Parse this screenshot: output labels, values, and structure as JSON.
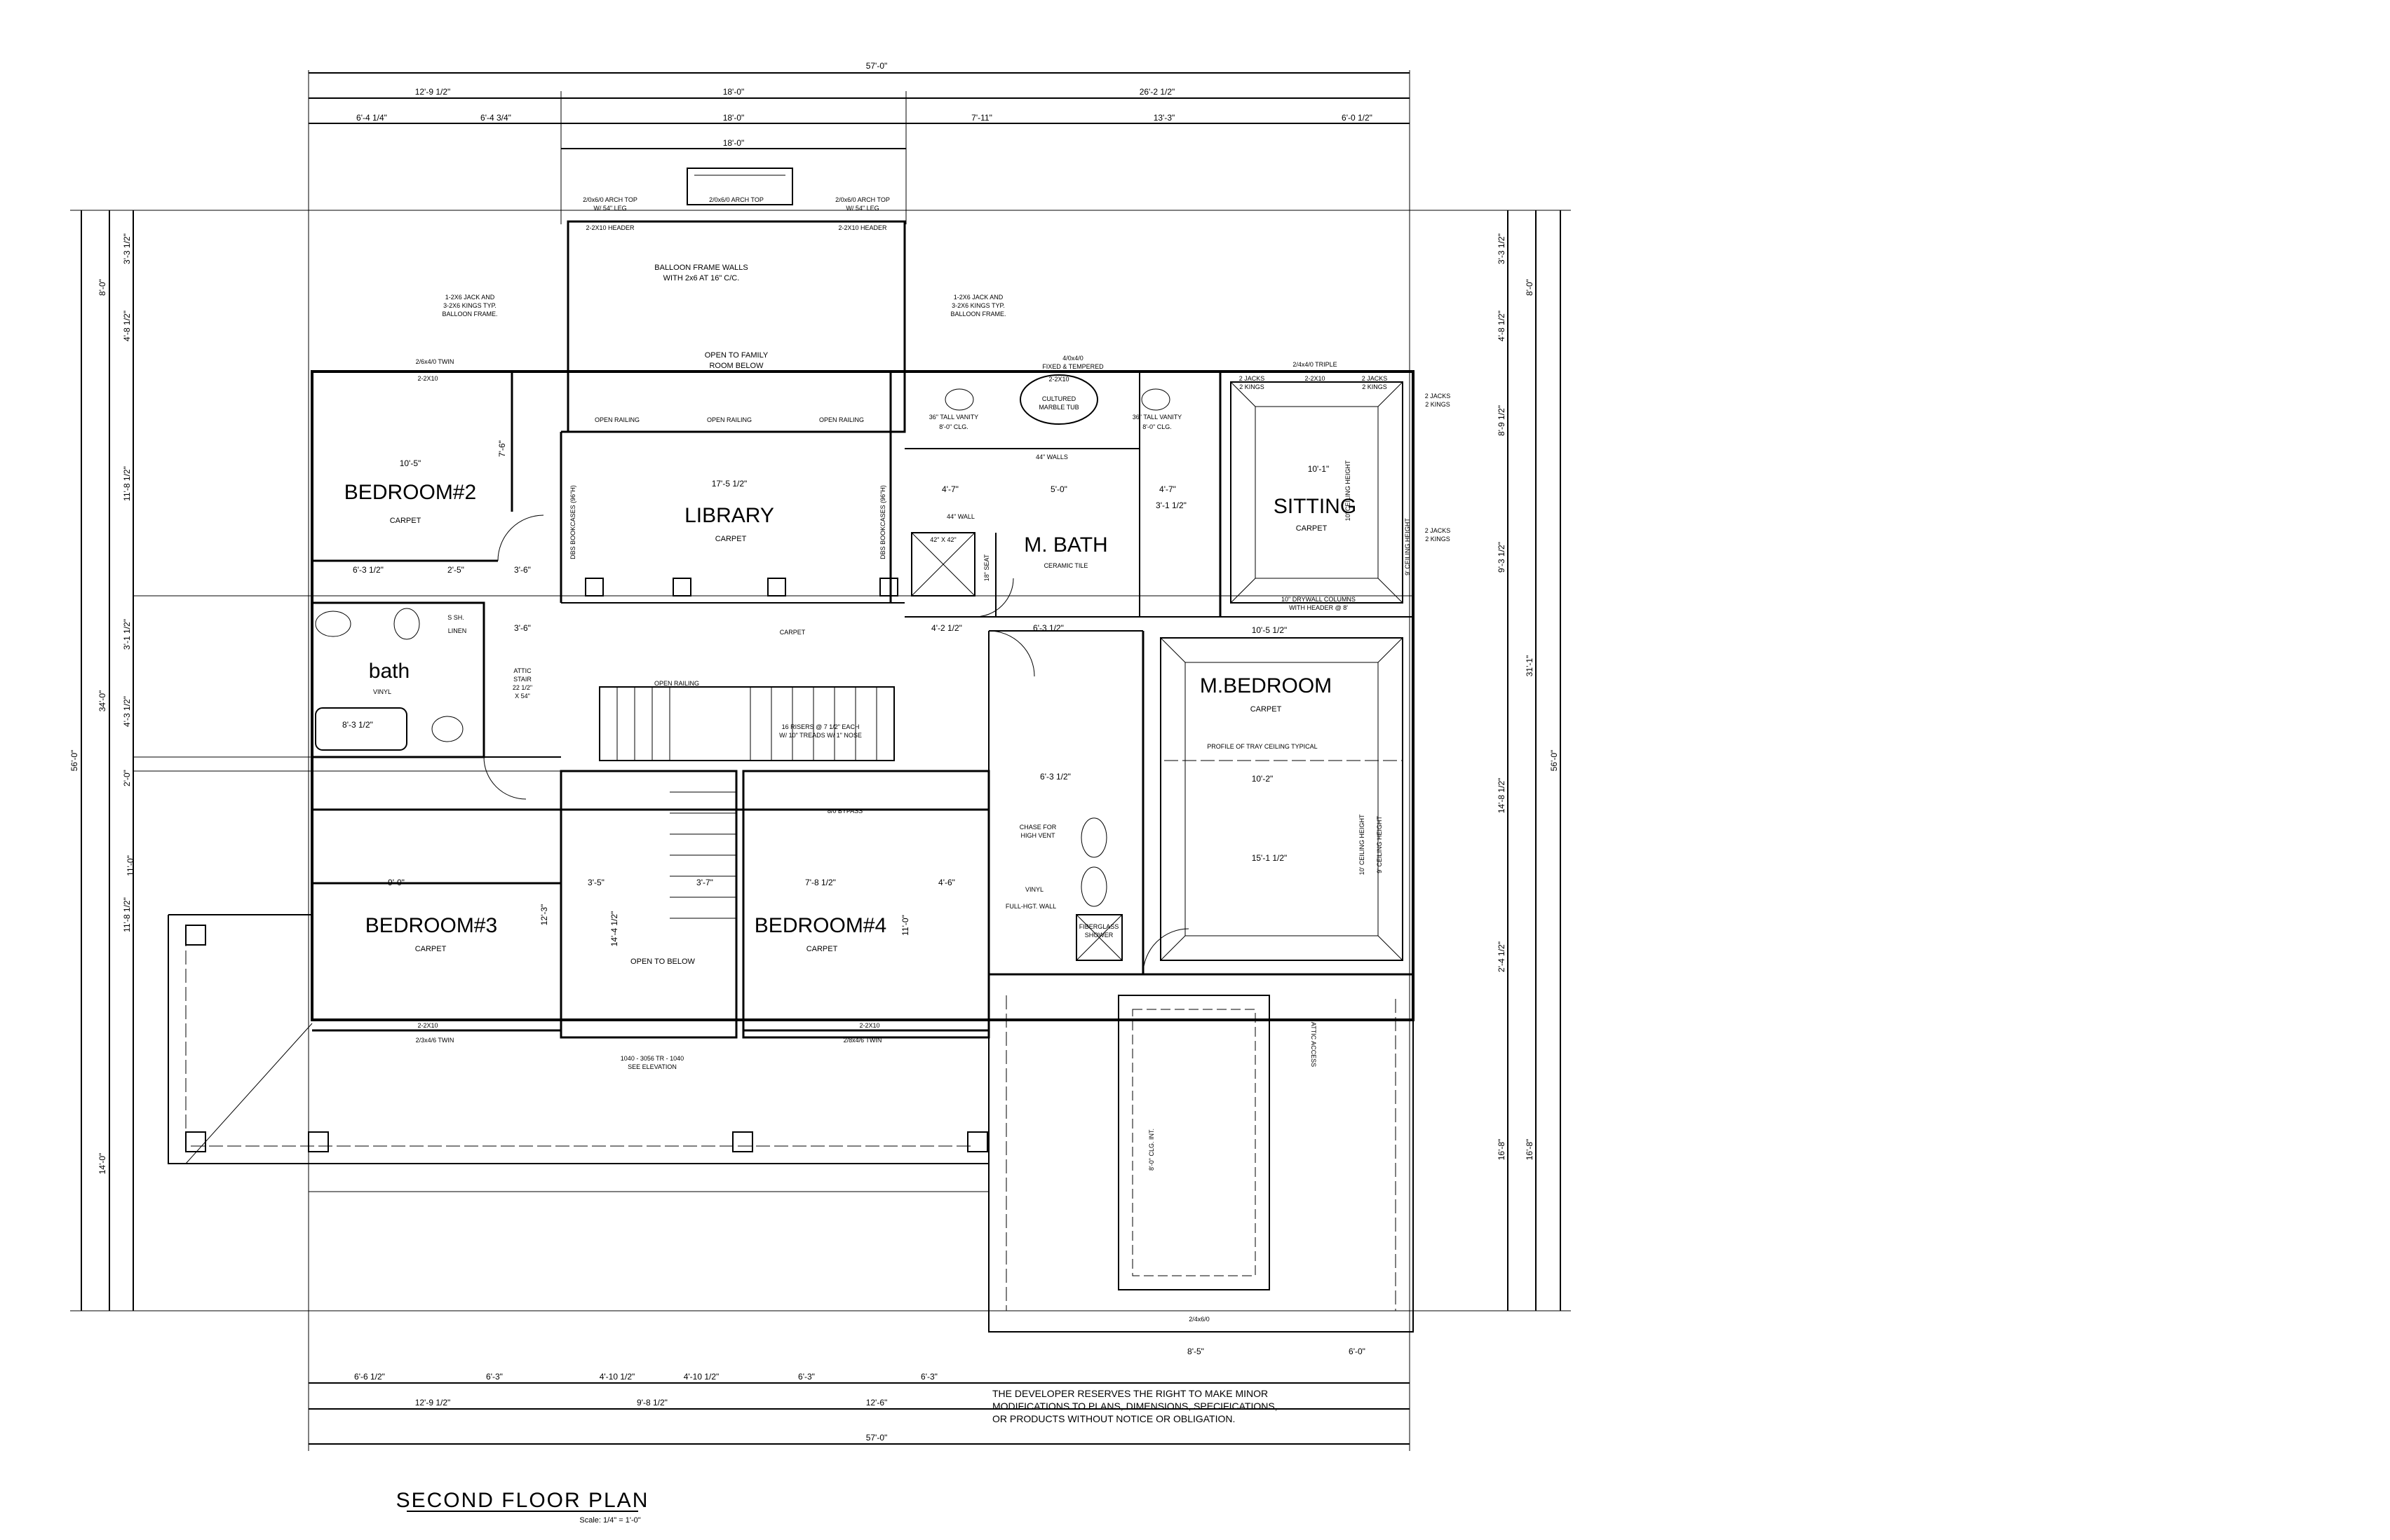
{
  "title": "SECOND FLOOR PLAN",
  "scale": "Scale: 1/4\" = 1'-0\"",
  "disclaimer": [
    "THE DEVELOPER RESERVES THE RIGHT TO MAKE MINOR",
    "MODIFICATIONS TO PLANS, DIMENSIONS, SPECIFICATIONS,",
    "OR PRODUCTS WITHOUT NOTICE OR OBLIGATION."
  ],
  "rooms": {
    "bedroom2": {
      "name": "BEDROOM#2",
      "floor": "CARPET",
      "dim": "10'-5\""
    },
    "library": {
      "name": "LIBRARY",
      "floor": "CARPET",
      "dim": "17'-5 1/2\""
    },
    "sitting": {
      "name": "SITTING",
      "floor": "CARPET",
      "dim": "10'-1\""
    },
    "mbath": {
      "name": "M. BATH",
      "floor": "CERAMIC TILE"
    },
    "mbedroom": {
      "name": "M.BEDROOM",
      "floor": "CARPET",
      "dim1": "10'-2\"",
      "dim2": "15'-1 1/2\""
    },
    "bath": {
      "name": "bath",
      "floor": "VINYL",
      "dim": "8'-3 1/2\""
    },
    "bedroom3": {
      "name": "BEDROOM#3",
      "floor": "CARPET",
      "dim": "9'-0\""
    },
    "bedroom4": {
      "name": "BEDROOM#4",
      "floor": "CARPET",
      "dim": "7'-8 1/2\""
    },
    "open_below": "OPEN TO BELOW",
    "open_family": [
      "OPEN TO FAMILY",
      "ROOM BELOW"
    ],
    "balloon": [
      "BALLOON FRAME WALLS",
      "WITH 2x6 AT 16\" C/C."
    ]
  },
  "notes": {
    "open_railing": "OPEN RAILING",
    "linen": "LINEN",
    "vinyl": "VINYL",
    "cultured": [
      "CULTURED",
      "MARBLE TUB"
    ],
    "vanity": "36\" TALL VANITY",
    "clg": "8'-0\" CLG.",
    "walls44": "44\" WALLS",
    "wall44": "44\" WALL",
    "shower": "42\" X 42\"",
    "seat": "18\" SEAT",
    "tray": "PROFILE OF TRAY CEILING TYPICAL",
    "drywall": [
      "10\" DRYWALL COLUMNS",
      "WITH HEADER @ 8'"
    ],
    "fixed": [
      "4/0x4/0",
      "FIXED & TEMPERED"
    ],
    "triple": "2/4x4/0 TRIPLE",
    "twin1": "2/6x4/0 TWIN",
    "twin2": "2/3x4/6 TWIN",
    "twin3": "2/8x4/6 TWIN",
    "header210": "2-2X10",
    "header210b": "2-2X10 HEADER",
    "arch": [
      "2/0x6/0 ARCH TOP",
      "W/ 54\" LEG"
    ],
    "jacks": [
      "2 JACKS",
      "2 KINGS"
    ],
    "jack_note": [
      "1-2X6 JACK AND",
      "3-2X6 KINGS TYP.",
      "BALLOON FRAME."
    ],
    "ceiling10": "10' CEILING HEIGHT",
    "ceiling9": "9' CEILING HEIGHT",
    "risers": [
      "16 RISERS @ 7 1/2\" EACH",
      "W/ 10\" TREADS W/ 1\" NOSE"
    ],
    "bypass": "8/0 BYPASS",
    "chase": [
      "CHASE FOR",
      "HIGH VENT"
    ],
    "fullhgt": "FULL-HGT. WALL",
    "fiberglass": [
      "FIBERGLASS",
      "SHOWER"
    ],
    "attic": [
      "ATTIC",
      "STAIR",
      "22 1/2\"",
      "X 54\""
    ],
    "bookcases": "DBS BOOKCASES (96\"H)",
    "carpet": "CARPET",
    "elevation": [
      "1040 - 3056 TR - 1040",
      "SEE ELEVATION"
    ],
    "attic_access": "ATTIC ACCESS",
    "clg2": "8'-0\" CLG. INT.",
    "wic": "2/4x6/0",
    "bottom_window": "2/4x6/0",
    "shelf": "S SH."
  },
  "dims": {
    "top_total": "57'-0\"",
    "top_row1": [
      "12'-9 1/2\"",
      "18'-0\"",
      "26'-2 1/2\""
    ],
    "top_row2": [
      "6'-4 1/4\"",
      "6'-4 3/4\"",
      "18'-0\"",
      "7'-11\"",
      "13'-3\"",
      "6'-0 1/2\""
    ],
    "top_row3": "18'-0\"",
    "bottom_row1": [
      "6'-6 1/2\"",
      "6'-3\"",
      "4'-10 1/2\"",
      "4'-10 1/2\"",
      "6'-3\"",
      "6'-3\"",
      "8'-5\"",
      "6'-0\""
    ],
    "bottom_row2": [
      "12'-9 1/2\"",
      "9'-8 1/2\"",
      "12'-6\""
    ],
    "bottom_total": "57'-0\"",
    "left_total": "56'-0\"",
    "left_mid": "34'-0\"",
    "left_segs": [
      "3'-3 1/2\"",
      "8'-0\"",
      "4'-8 1/2\"",
      "11'-8 1/2\"",
      "3'-1 1/2\"",
      "4'-3 1/2\"",
      "2'-0\"",
      "11'-8 1/2\"",
      "14'-0\""
    ],
    "right_total": "56'-0\"",
    "right_mid": "31'-1\"",
    "right_segs": [
      "3'-3 1/2\"",
      "8'-0\"",
      "4'-8 1/2\"",
      "8'-9 1/2\"",
      "9'-3 1/2\"",
      "14'-8 1/2\"",
      "2'-4 1/2\"",
      "16'-8\"",
      "16'-8\""
    ],
    "misc": [
      "6'-3 1/2\"",
      "2'-5\"",
      "3'-6\"",
      "3'-6\"",
      "4'-2 1/2\"",
      "6'-3 1/2\"",
      "4'-7\"",
      "5'-0\"",
      "4'-7\"",
      "3'-1 1/2\"",
      "6'-3 1/2\"",
      "3'-5\"",
      "3'-7\"",
      "4'-6\"",
      "14'-4 1/2\"",
      "11'-0\"",
      "11'-0\"",
      "12'-3\"",
      "7'-6\"",
      "10'-5 1/2\""
    ]
  },
  "colors": {
    "ink": "#000000",
    "paper": "#ffffff"
  }
}
